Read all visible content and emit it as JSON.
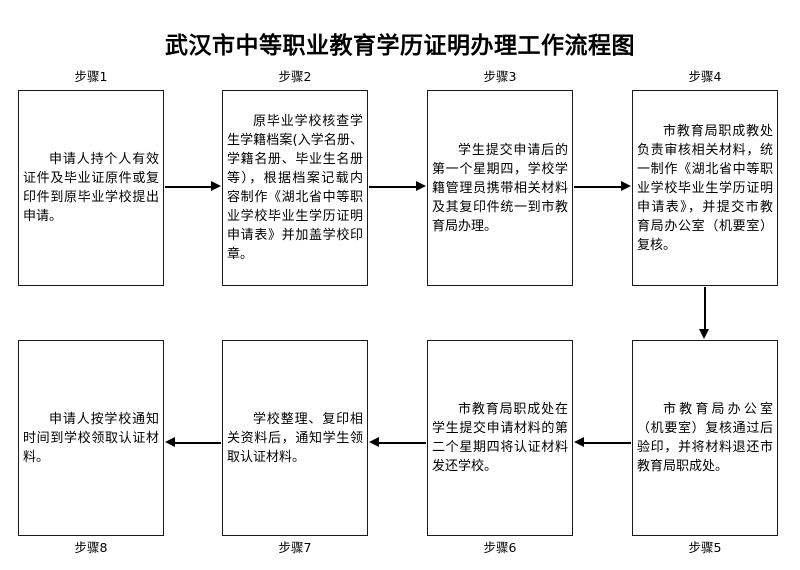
{
  "document": {
    "title": "武汉市中等职业教育学历证明办理工作流程图"
  },
  "theme": {
    "background": "#ffffff",
    "text_color": "#000000",
    "box_border_color": "#1a1a1a",
    "arrow_color": "#000000"
  },
  "flowchart": {
    "type": "process-flow",
    "rows": 2,
    "columns": 4,
    "top_row_direction": "left-to-right",
    "bottom_row_direction": "right-to-left",
    "steps": [
      {
        "id": "step1",
        "label": "步骤1",
        "label_position": "above",
        "row": "top",
        "column": 1,
        "text": "申请人持个人有效证件及毕业证原件或复印件到原毕业学校提出申请。"
      },
      {
        "id": "step2",
        "label": "步骤2",
        "label_position": "above",
        "row": "top",
        "column": 2,
        "text": "原毕业学校核查学生学籍档案(入学名册、学籍名册、毕业生名册等），根据档案记载内容制作《湖北省中等职业学校毕业生学历证明申请表》并加盖学校印章。"
      },
      {
        "id": "step3",
        "label": "步骤3",
        "label_position": "above",
        "row": "top",
        "column": 3,
        "text": "学生提交申请后的第一个星期四，学校学籍管理员携带相关材料及其复印件统一到市教育局办理。"
      },
      {
        "id": "step4",
        "label": "步骤4",
        "label_position": "above",
        "row": "top",
        "column": 4,
        "text": "市教育局职成教处负责审核相关材料，统一制作《湖北省中等职业学校毕业生学历证明申请表》，并提交市教育局办公室（机要室）复核。"
      },
      {
        "id": "step5",
        "label": "步骤5",
        "label_position": "below",
        "row": "bottom",
        "column": 4,
        "text": "市教育局办公室（机要室）复核通过后验印，并将材料退还市教育局职成处。"
      },
      {
        "id": "step6",
        "label": "步骤6",
        "label_position": "below",
        "row": "bottom",
        "column": 3,
        "text": "市教育局职成处在学生提交申请材料的第二个星期四将认证材料发还学校。"
      },
      {
        "id": "step7",
        "label": "步骤7",
        "label_position": "below",
        "row": "bottom",
        "column": 2,
        "text": "学校整理、复印相关资料后，通知学生领取认证材料。"
      },
      {
        "id": "step8",
        "label": "步骤8",
        "label_position": "below",
        "row": "bottom",
        "column": 1,
        "text": "申请人按学校通知时间到学校领取认证材料。"
      }
    ],
    "connectors": [
      {
        "id": "c1",
        "from": "step1",
        "to": "step2",
        "direction": "right"
      },
      {
        "id": "c2",
        "from": "step2",
        "to": "step3",
        "direction": "right"
      },
      {
        "id": "c3",
        "from": "step3",
        "to": "step4",
        "direction": "right"
      },
      {
        "id": "c4",
        "from": "step4",
        "to": "step5",
        "direction": "down"
      },
      {
        "id": "c5",
        "from": "step5",
        "to": "step6",
        "direction": "left"
      },
      {
        "id": "c6",
        "from": "step6",
        "to": "step7",
        "direction": "left"
      },
      {
        "id": "c7",
        "from": "step7",
        "to": "step8",
        "direction": "left"
      }
    ]
  }
}
